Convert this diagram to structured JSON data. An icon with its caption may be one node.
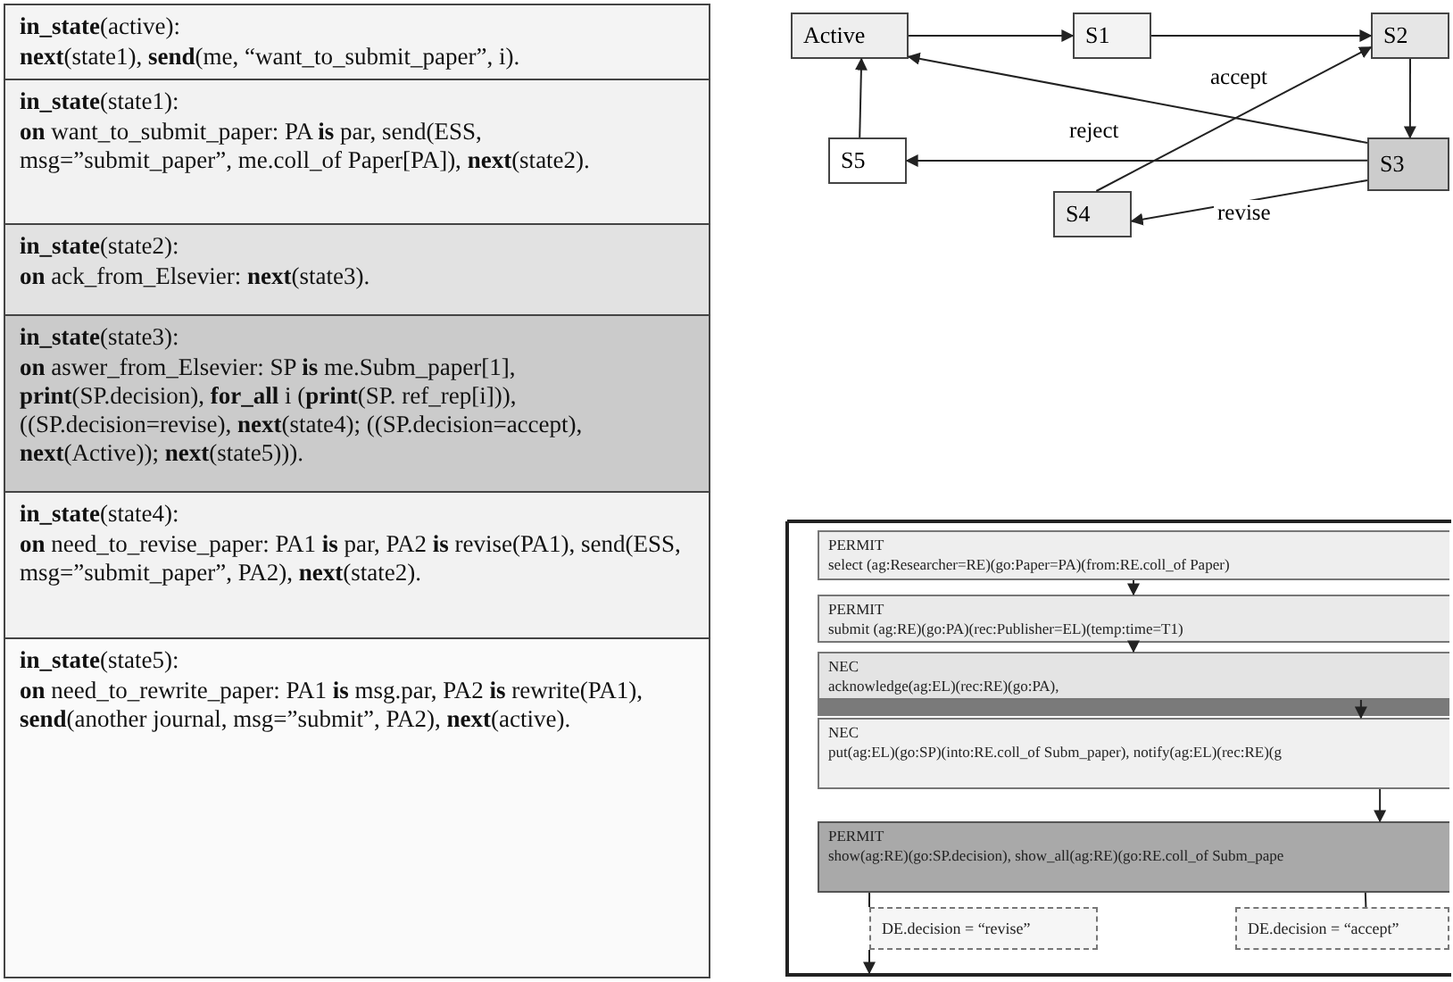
{
  "diagram": {
    "nodes": [
      {
        "text": [
          "**in_state**(active):",
          "**next**(state1), **send**(me, “want_to_submit_paper”, i)."
        ]
      },
      {
        "text": [
          "**in_state**(state1):",
          "**on** want_to_submit_paper: PA **is** par, send(ESS, msg=”submit_paper”, me.coll_of Paper[PA]), **next**(state2)."
        ]
      },
      {
        "text": [
          "**in_state**(state2):",
          "**on** ack_from_Elsevier: **next**(state3)."
        ]
      },
      {
        "text": [
          "**in_state**(state3):",
          "**on** aswer_from_Elsevier: SP **is** me.Subm_paper[1], **print**(SP.decision), **for_all** i (**print**(SP. ref_rep[i])), ((SP.decision=revise), **next**(state4); ((SP.decision=accept), **next**(Active)); **next**(state5)))."
        ]
      },
      {
        "text": [
          "**in_state**(state4):",
          "**on** need_to_revise_paper: PA1 **is** par, PA2 **is** revise(PA1), send(ESS, msg=”submit_paper”, PA2), **next**(state2)."
        ]
      },
      {
        "text": [
          "**in_state**(state5):",
          "**on** need_to_rewrite_paper: PA1 **is** msg.par, PA2 **is** rewrite(PA1), **send**(another journal, msg=”submit”, PA2), **next**(active)."
        ]
      },
      {
        "text": [
          "Active"
        ]
      },
      {
        "text": [
          "S1"
        ]
      },
      {
        "text": [
          "S2"
        ]
      },
      {
        "text": [
          "S3"
        ]
      },
      {
        "text": [
          "S4"
        ]
      },
      {
        "text": [
          "S5"
        ]
      },
      {
        "text": [
          "PERMIT",
          "select (ag:Researcher=RE)(go:Paper=PA)(from:RE.coll_of Paper)"
        ]
      },
      {
        "text": [
          "PERMIT",
          "submit (ag:RE)(go:PA)(rec:Publisher=EL)(temp:time=T1)"
        ]
      },
      {
        "text": [
          "NEC",
          "acknowledge(ag:EL)(rec:RE)(go:PA),"
        ]
      },
      {
        "text": [
          "NEC",
          "put(ag:EL)(go:SP)(into:RE.coll_of Subm_paper), notify(ag:EL)(rec:RE)(g"
        ]
      },
      {
        "text": [
          "PERMIT",
          "show(ag:RE)(go:SP.decision), show_all(ag:RE)(go:RE.coll_of Subm_pape"
        ]
      },
      {
        "text": [
          "DE.decision = “revise”"
        ]
      },
      {
        "text": [
          "DE.decision = “accept”"
        ]
      }
    ],
    "edges": [
      {
        "from": 6,
        "to": 7,
        "arrow": "to"
      },
      {
        "from": 7,
        "to": 8,
        "arrow": "to"
      },
      {
        "from": 8,
        "to": 9,
        "arrow": "to"
      },
      {
        "from": 9,
        "to": 6,
        "arrow": "to",
        "label": "accept"
      },
      {
        "from": 9,
        "to": 11,
        "arrow": "to",
        "label": "reject"
      },
      {
        "from": 9,
        "to": 10,
        "arrow": "to",
        "label": "revise"
      },
      {
        "from": 10,
        "to": 8,
        "arrow": "to"
      },
      {
        "from": 11,
        "to": 6,
        "arrow": "to"
      },
      {
        "from": 12,
        "to": 13,
        "arrow": "to"
      },
      {
        "from": 13,
        "to": 14,
        "arrow": "to"
      },
      {
        "from": 14,
        "to": 15,
        "arrow": "to"
      },
      {
        "from": 15,
        "to": 16,
        "arrow": "to"
      },
      {
        "from": 16,
        "to": 17,
        "arrow": "none"
      },
      {
        "from": 17,
        "to": null,
        "arrow": "to"
      },
      {
        "from": 16,
        "to": 18,
        "arrow": "none"
      }
    ]
  }
}
